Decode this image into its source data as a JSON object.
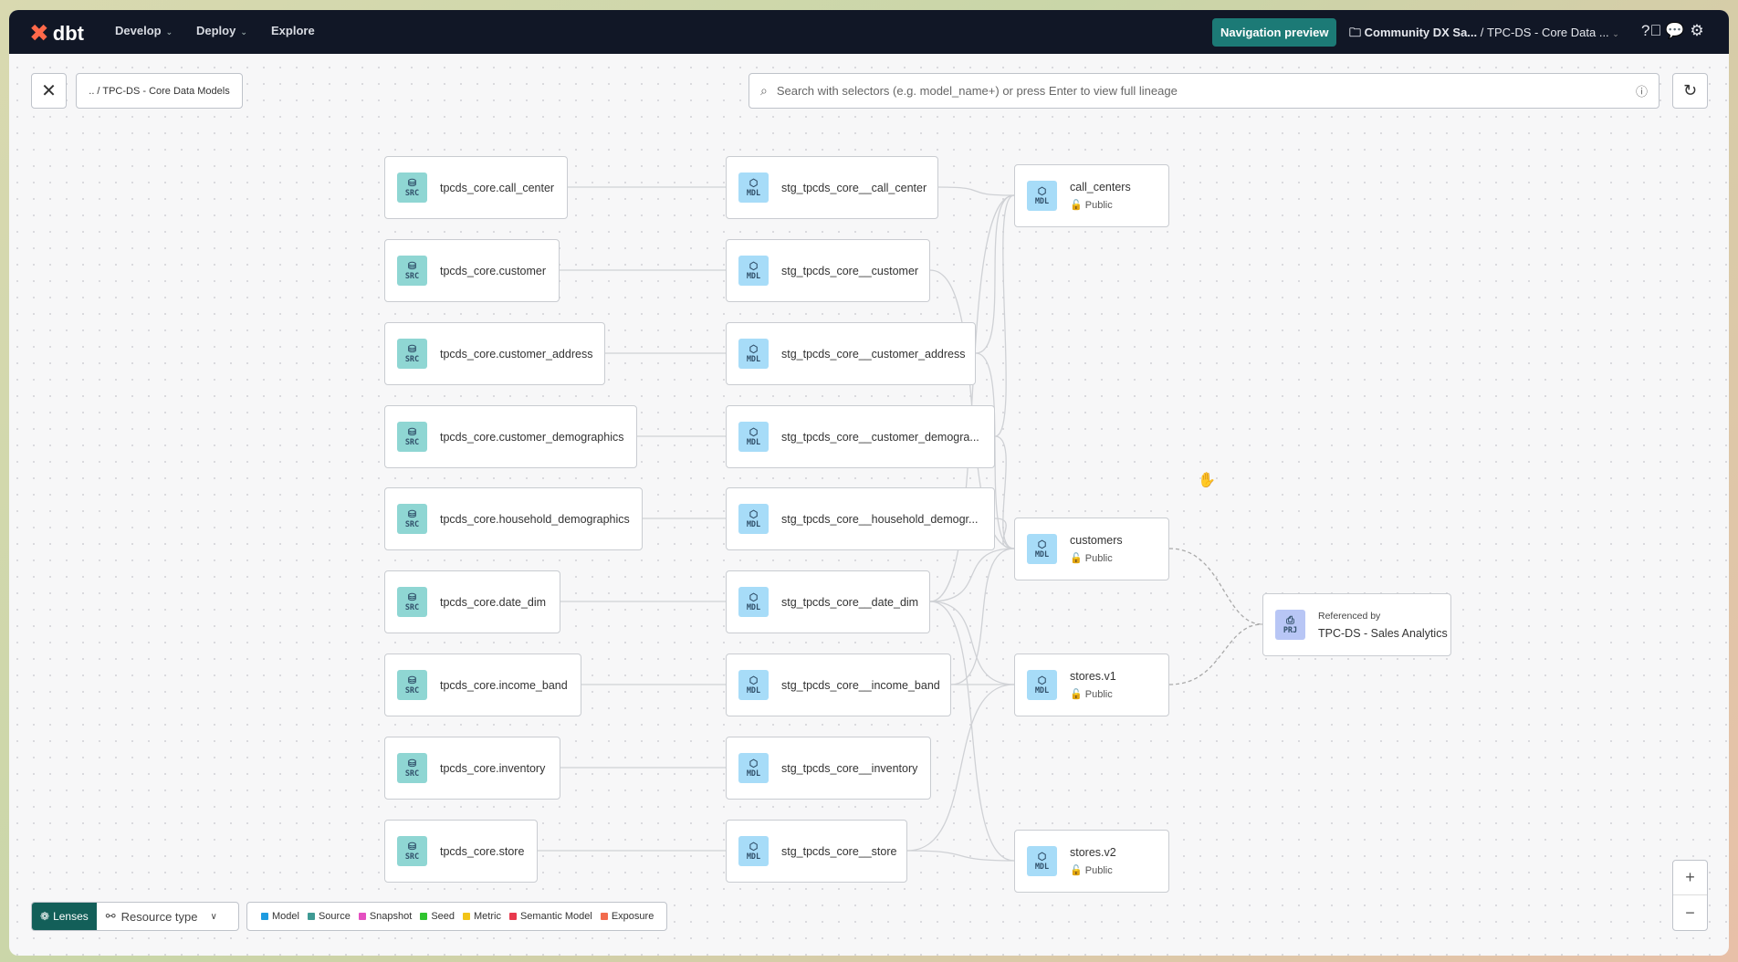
{
  "topbar": {
    "logo": "dbt",
    "nav": [
      {
        "label": "Develop",
        "dropdown": true
      },
      {
        "label": "Deploy",
        "dropdown": true
      },
      {
        "label": "Explore",
        "dropdown": false
      }
    ],
    "nav_preview": "Navigation preview",
    "account": "Community DX Sa...",
    "separator": "/",
    "project": "TPC-DS - Core Data ...",
    "icons": [
      "help-icon",
      "feedback-icon",
      "gear-icon"
    ]
  },
  "toolbar": {
    "breadcrumb": ".. / TPC-DS - Core Data Models",
    "search_placeholder": "Search with selectors (e.g. model_name+) or press Enter to view full lineage"
  },
  "graph": {
    "sources": [
      "tpcds_core.call_center",
      "tpcds_core.customer",
      "tpcds_core.customer_address",
      "tpcds_core.customer_demographics",
      "tpcds_core.household_demographics",
      "tpcds_core.date_dim",
      "tpcds_core.income_band",
      "tpcds_core.inventory",
      "tpcds_core.store"
    ],
    "staging": [
      "stg_tpcds_core__call_center",
      "stg_tpcds_core__customer",
      "stg_tpcds_core__customer_address",
      "stg_tpcds_core__customer_demogra...",
      "stg_tpcds_core__household_demogr...",
      "stg_tpcds_core__date_dim",
      "stg_tpcds_core__income_band",
      "stg_tpcds_core__inventory",
      "stg_tpcds_core__store"
    ],
    "marts": [
      {
        "name": "call_centers",
        "access": "Public"
      },
      {
        "name": "customers",
        "access": "Public"
      },
      {
        "name": "stores.v1",
        "access": "Public"
      },
      {
        "name": "stores.v2",
        "access": "Public"
      }
    ],
    "project_ref": {
      "label": "Referenced by",
      "name": "TPC-DS - Sales Analytics",
      "badge": "PRJ"
    },
    "badges": {
      "source": "SRC",
      "model": "MDL"
    }
  },
  "lenses": {
    "label": "Lenses",
    "resource_type": "Resource type"
  },
  "legend": [
    {
      "label": "Model",
      "color": "#1d9be0"
    },
    {
      "label": "Source",
      "color": "#3f9a94"
    },
    {
      "label": "Snapshot",
      "color": "#e44fc0"
    },
    {
      "label": "Seed",
      "color": "#2fc42f"
    },
    {
      "label": "Metric",
      "color": "#f2c418"
    },
    {
      "label": "Semantic Model",
      "color": "#e8394d"
    },
    {
      "label": "Exposure",
      "color": "#f26b4d"
    }
  ],
  "zoom": {
    "in": "+",
    "out": "−"
  }
}
